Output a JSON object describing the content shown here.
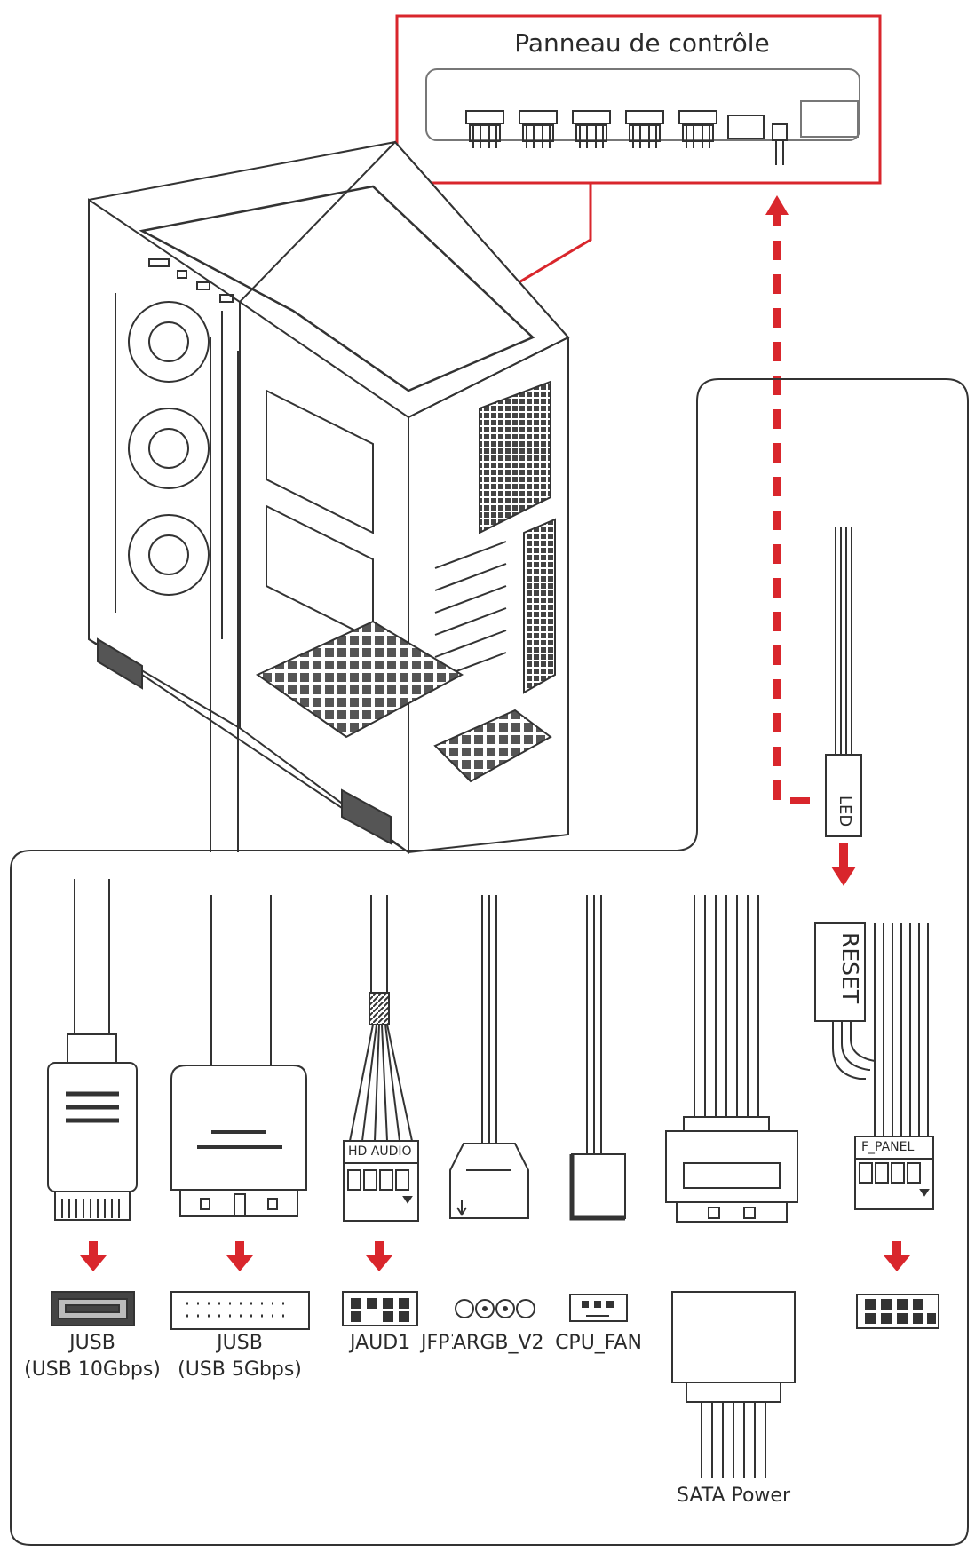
{
  "control_panel": {
    "title": "Panneau de contrôle"
  },
  "cable_labels": {
    "led": "LED",
    "reset": "RESET",
    "hd_audio": "HD AUDIO",
    "f_panel": "F_PANEL"
  },
  "headers": {
    "jusb_10": {
      "name": "JUSB",
      "sub": "(USB 10Gbps)"
    },
    "jusb_5": {
      "name": "JUSB",
      "sub": "(USB 5Gbps)"
    },
    "jaud1": "JAUD1",
    "jfp1": "JFP1",
    "argb_v2": "ARGB_V2",
    "cpu_fan": "CPU_FAN",
    "sata_power": "SATA Power"
  },
  "colors": {
    "accent_red": "#d9262c",
    "line": "#333333"
  }
}
